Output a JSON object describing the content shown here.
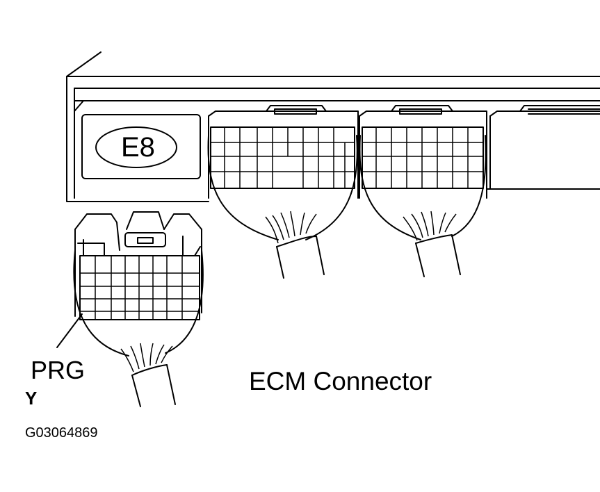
{
  "labels": {
    "ecu_connector_code": "E8",
    "terminal": "PRG",
    "wire_color": "Y",
    "component": "ECM Connector",
    "figure_id": "G03064869"
  }
}
